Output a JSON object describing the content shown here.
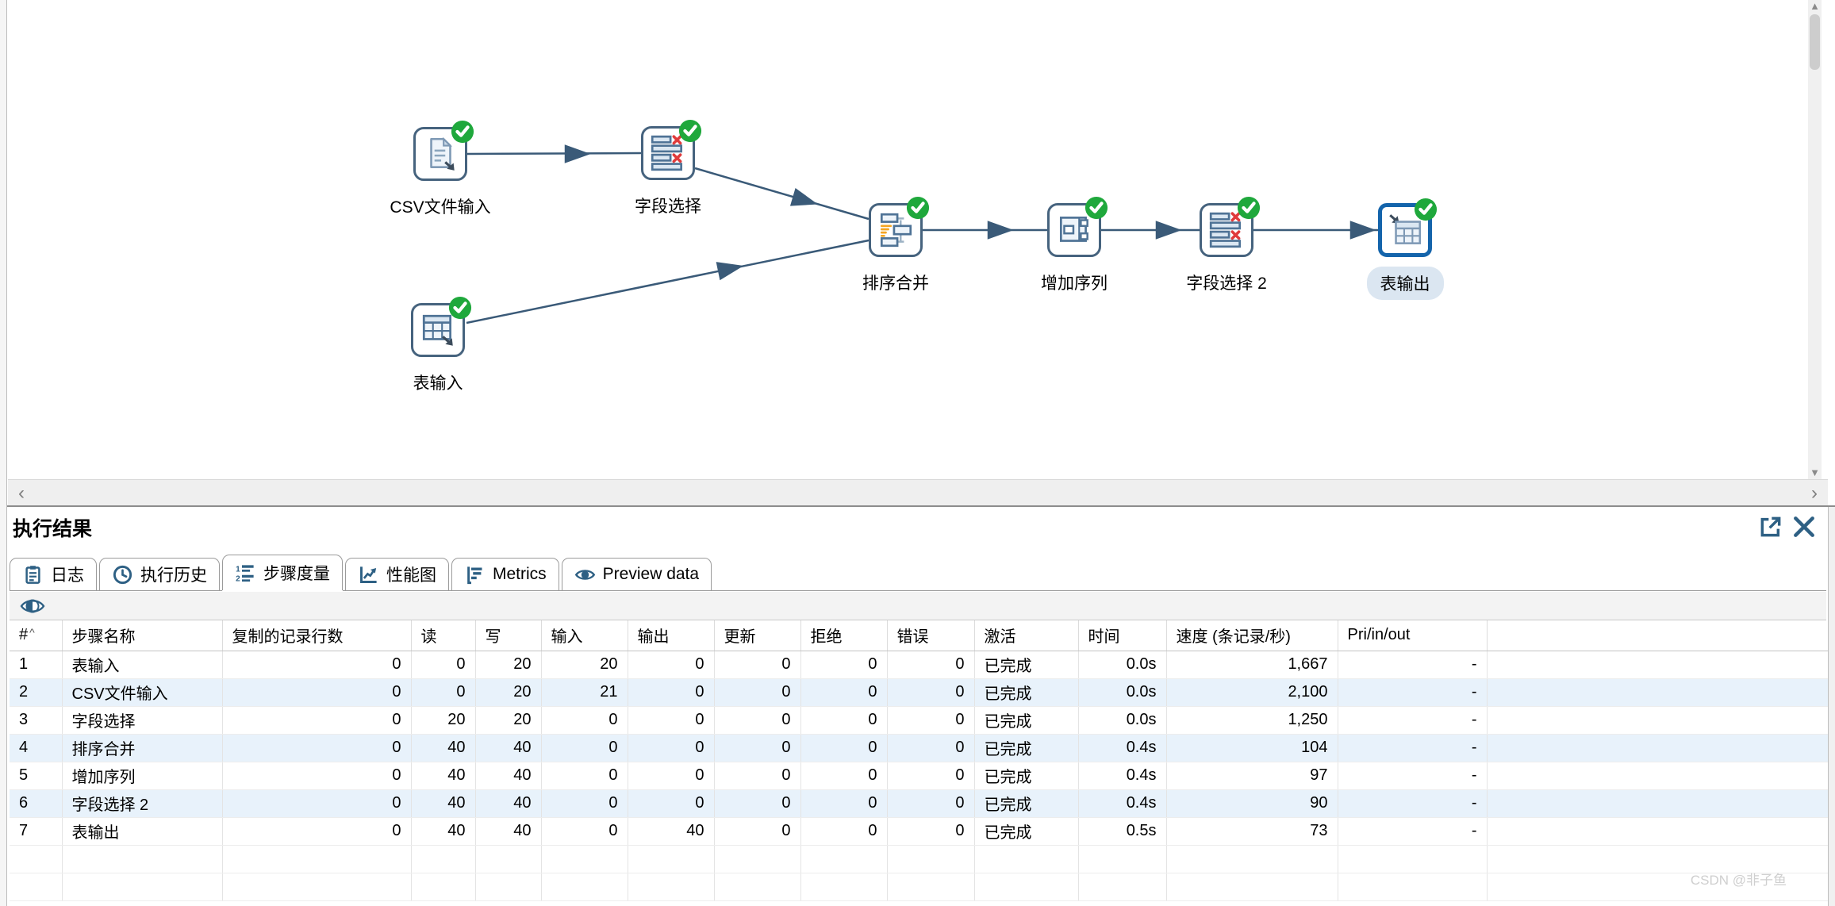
{
  "colors": {
    "success_green": "#1fa83c",
    "selection_blue": "#1464ab",
    "icon_steel_blue": "#2e6084",
    "row_alt_blue": "#e8f2fb",
    "red_x": "#e03b3b",
    "orange_sort": "#f5a623"
  },
  "canvas": {
    "steps": [
      {
        "id": "csv-input",
        "label": "CSV文件输入",
        "icon": "csv-file-icon",
        "status": "success",
        "selected": false
      },
      {
        "id": "select-values",
        "label": "字段选择",
        "icon": "select-values-icon",
        "status": "success",
        "selected": false
      },
      {
        "id": "table-input",
        "label": "表输入",
        "icon": "table-input-icon",
        "status": "success",
        "selected": false
      },
      {
        "id": "sorted-merge",
        "label": "排序合并",
        "icon": "sorted-merge-icon",
        "status": "success",
        "selected": false
      },
      {
        "id": "add-sequence",
        "label": "增加序列",
        "icon": "add-sequence-icon",
        "status": "success",
        "selected": false
      },
      {
        "id": "select-values-2",
        "label": "字段选择 2",
        "icon": "select-values-icon",
        "status": "success",
        "selected": false
      },
      {
        "id": "table-output",
        "label": "表输出",
        "icon": "table-output-icon",
        "status": "success",
        "selected": true
      }
    ]
  },
  "results": {
    "title": "执行结果",
    "tabs": [
      {
        "label": "日志",
        "icon": "log-icon",
        "active": false
      },
      {
        "label": "执行历史",
        "icon": "clock-icon",
        "active": false
      },
      {
        "label": "步骤度量",
        "icon": "step-metrics-icon",
        "active": true
      },
      {
        "label": "性能图",
        "icon": "perf-graph-icon",
        "active": false
      },
      {
        "label": "Metrics",
        "icon": "gantt-icon",
        "active": false
      },
      {
        "label": "Preview data",
        "icon": "eye-icon",
        "active": false
      }
    ],
    "table": {
      "sort_indicator": "^",
      "columns": [
        "#",
        "步骤名称",
        "复制的记录行数",
        "读",
        "写",
        "输入",
        "输出",
        "更新",
        "拒绝",
        "错误",
        "激活",
        "时间",
        "速度 (条记录/秒)",
        "Pri/in/out"
      ],
      "rows": [
        [
          "1",
          "表输入",
          "0",
          "0",
          "20",
          "20",
          "0",
          "0",
          "0",
          "0",
          "已完成",
          "0.0s",
          "1,667",
          "-"
        ],
        [
          "2",
          "CSV文件输入",
          "0",
          "0",
          "20",
          "21",
          "0",
          "0",
          "0",
          "0",
          "已完成",
          "0.0s",
          "2,100",
          "-"
        ],
        [
          "3",
          "字段选择",
          "0",
          "20",
          "20",
          "0",
          "0",
          "0",
          "0",
          "0",
          "已完成",
          "0.0s",
          "1,250",
          "-"
        ],
        [
          "4",
          "排序合并",
          "0",
          "40",
          "40",
          "0",
          "0",
          "0",
          "0",
          "0",
          "已完成",
          "0.4s",
          "104",
          "-"
        ],
        [
          "5",
          "增加序列",
          "0",
          "40",
          "40",
          "0",
          "0",
          "0",
          "0",
          "0",
          "已完成",
          "0.4s",
          "97",
          "-"
        ],
        [
          "6",
          "字段选择 2",
          "0",
          "40",
          "40",
          "0",
          "0",
          "0",
          "0",
          "0",
          "已完成",
          "0.4s",
          "90",
          "-"
        ],
        [
          "7",
          "表输出",
          "0",
          "40",
          "40",
          "0",
          "40",
          "0",
          "0",
          "0",
          "已完成",
          "0.5s",
          "73",
          "-"
        ]
      ]
    }
  },
  "watermark": "CSDN @非子鱼"
}
